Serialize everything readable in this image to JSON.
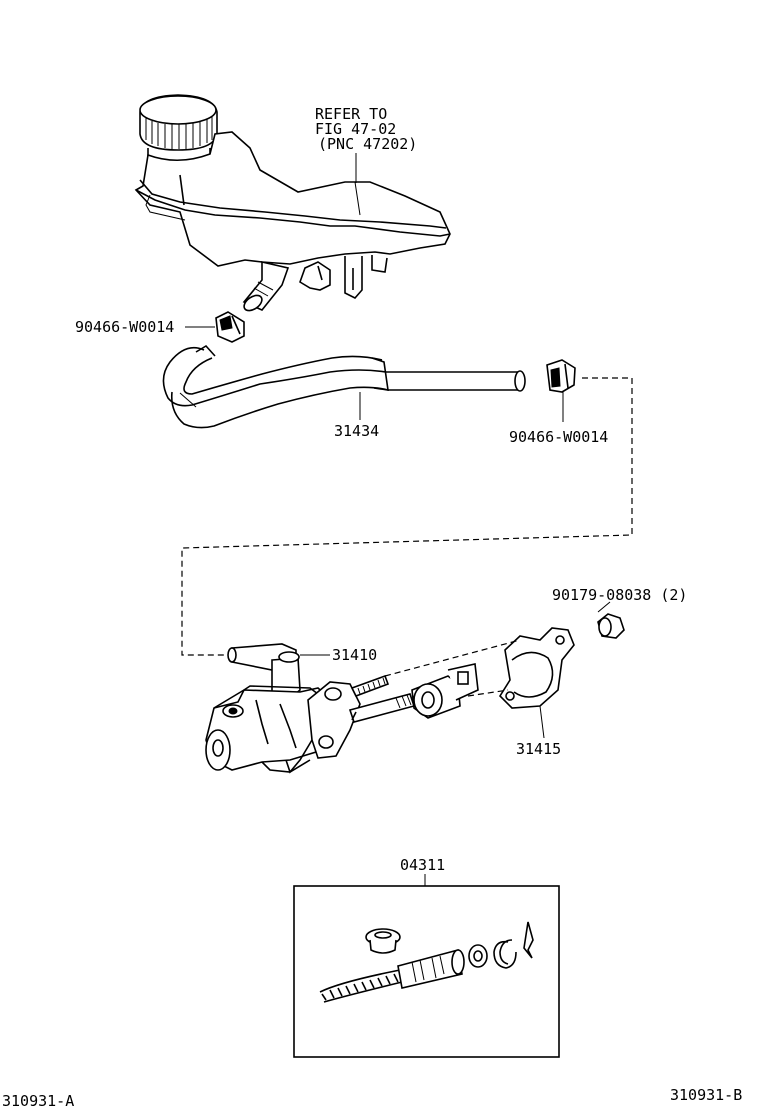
{
  "callouts": {
    "refer_line1": "REFER TO",
    "refer_line2": "FIG 47-02",
    "refer_line3": "(PNC 47202)",
    "clip_left": "90466-W0014",
    "hose": "31434",
    "clip_right": "90466-W0014",
    "nut": "90179-08038 (2)",
    "master_cylinder": "31410",
    "gasket": "31415",
    "repair_kit": "04311"
  },
  "footer": {
    "left_code": "310931-A",
    "right_code": "310931-B"
  }
}
